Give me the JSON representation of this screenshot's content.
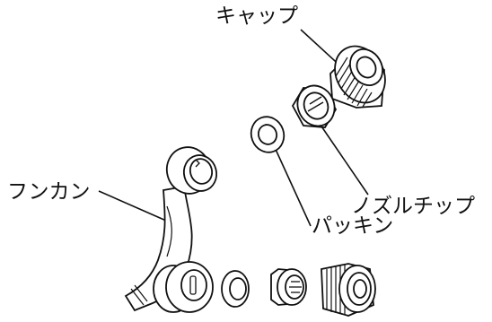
{
  "labels": {
    "cap": "キャップ",
    "funkan": "フンカン",
    "nozzle_tip": "ノズルチップ",
    "packing": "パッキン"
  },
  "colors": {
    "line": "#111111",
    "fill": "#ffffff",
    "shade": "#777777"
  }
}
